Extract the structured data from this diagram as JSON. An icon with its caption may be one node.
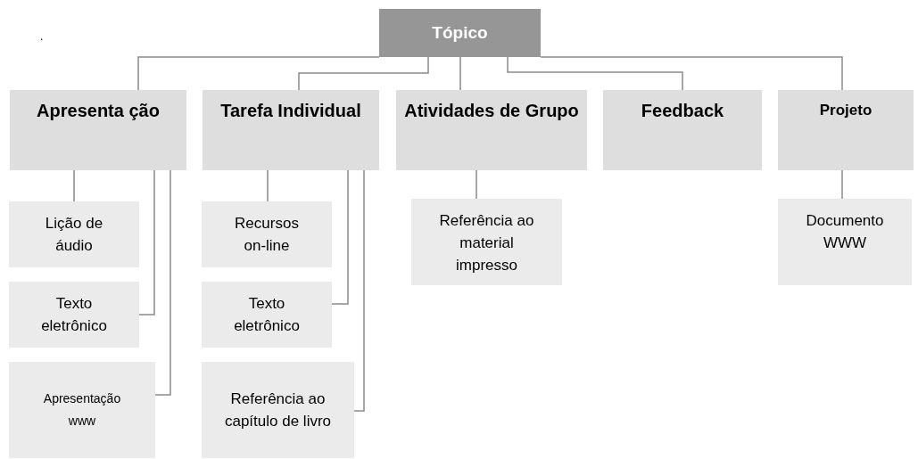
{
  "diagram": {
    "nodes": [
      {
        "text": [
          "Tópico"
        ]
      },
      {
        "text": [
          "Apresenta ção"
        ]
      },
      {
        "text": [
          "Tarefa Individual"
        ]
      },
      {
        "text": [
          "Atividades de Grupo"
        ]
      },
      {
        "text": [
          "Feedback"
        ]
      },
      {
        "text": [
          "Projeto"
        ]
      },
      {
        "text": [
          "Lição de áudio"
        ]
      },
      {
        "text": [
          "Texto eletrônico"
        ]
      },
      {
        "text": [
          "Apresentação www"
        ]
      },
      {
        "text": [
          "Recursos on-line"
        ]
      },
      {
        "text": [
          "Texto eletrônico"
        ]
      },
      {
        "text": [
          "Referência ao capítulo de livro"
        ]
      },
      {
        "text": [
          "Referência ao material impresso"
        ]
      },
      {
        "text": [
          "Documento WWW"
        ]
      }
    ],
    "edges": [
      {
        "from": 0,
        "to": 1,
        "arrow": "none"
      },
      {
        "from": 0,
        "to": 2,
        "arrow": "none"
      },
      {
        "from": 0,
        "to": 3,
        "arrow": "none"
      },
      {
        "from": 0,
        "to": 4,
        "arrow": "none"
      },
      {
        "from": 0,
        "to": 5,
        "arrow": "none"
      },
      {
        "from": 1,
        "to": 6,
        "arrow": "none"
      },
      {
        "from": 1,
        "to": 7,
        "arrow": "none"
      },
      {
        "from": 1,
        "to": 8,
        "arrow": "none"
      },
      {
        "from": 2,
        "to": 9,
        "arrow": "none"
      },
      {
        "from": 2,
        "to": 10,
        "arrow": "none"
      },
      {
        "from": 2,
        "to": 11,
        "arrow": "none"
      },
      {
        "from": 3,
        "to": 12,
        "arrow": "none"
      },
      {
        "from": 5,
        "to": 13,
        "arrow": "none"
      }
    ],
    "labels": [
      "."
    ]
  }
}
